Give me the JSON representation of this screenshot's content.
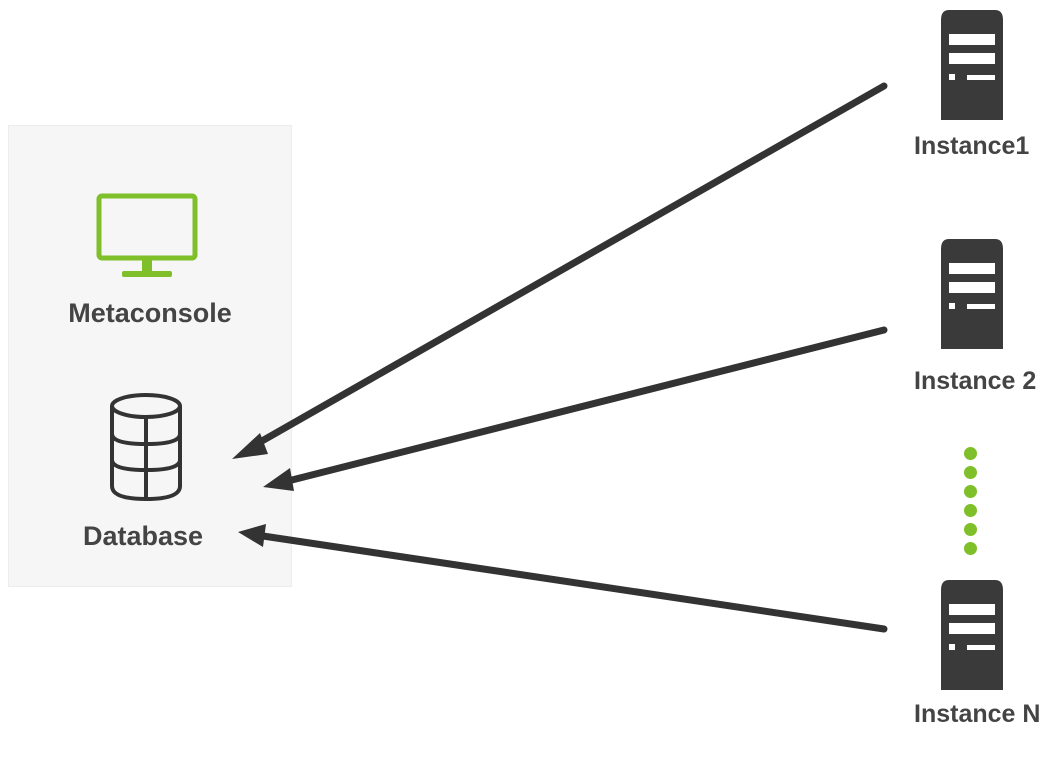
{
  "left_panel": {
    "metaconsole_label": "Metaconsole",
    "database_label": "Database"
  },
  "instances": [
    {
      "label": "Instance1"
    },
    {
      "label": "Instance 2"
    },
    {
      "label": "Instance N"
    }
  ],
  "icons": {
    "monitor": "monitor-icon",
    "database": "database-icon",
    "server": "server-icon",
    "ellipsis": "vertical-dots"
  },
  "colors": {
    "accent_green": "#7fbf2a",
    "arrow": "#333333",
    "server": "#3a3a3a",
    "label": "#444444",
    "panel_bg": "#f6f6f6"
  }
}
